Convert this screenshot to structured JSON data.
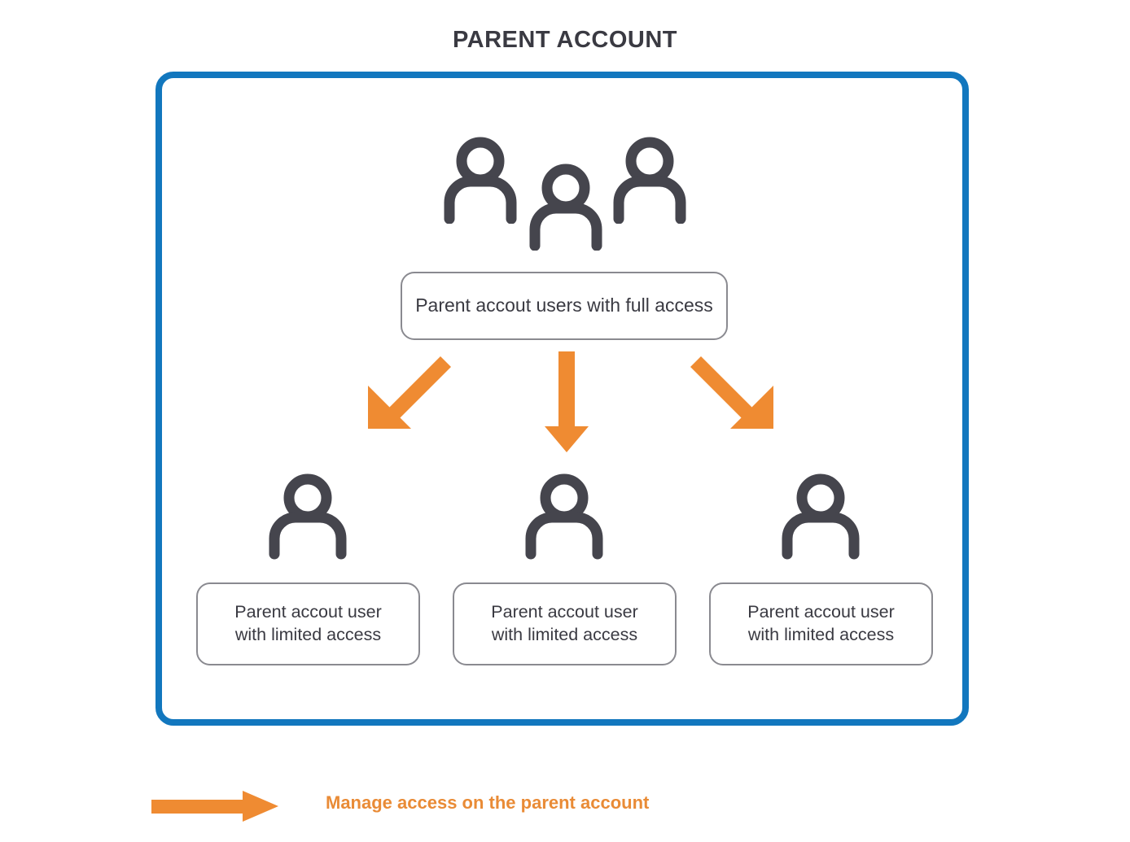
{
  "title": "PARENT ACCOUNT",
  "colors": {
    "frame_blue": "#1277be",
    "arrow_orange": "#ef8b32",
    "icon_gray": "#45454d",
    "box_border_gray": "#8a8a90",
    "text_dark": "#3a3a42",
    "legend_text_orange": "#e98b36"
  },
  "frame": {
    "name": "parent-account-container"
  },
  "top_group": {
    "icon_name": "people-group-icon",
    "person_count": 3,
    "label": "Parent accout users with full access"
  },
  "arrows": [
    {
      "name": "arrow-to-user-1",
      "direction": "down-left"
    },
    {
      "name": "arrow-to-user-2",
      "direction": "down"
    },
    {
      "name": "arrow-to-user-3",
      "direction": "down-right"
    }
  ],
  "child_users": [
    {
      "icon_name": "person-icon",
      "label_line1": "Parent accout user",
      "label_line2": "with limited access"
    },
    {
      "icon_name": "person-icon",
      "label_line1": "Parent accout user",
      "label_line2": "with limited access"
    },
    {
      "icon_name": "person-icon",
      "label_line1": "Parent accout user",
      "label_line2": "with limited access"
    }
  ],
  "legend": {
    "icon_name": "right-arrow-icon",
    "label": "Manage access on the parent account"
  }
}
